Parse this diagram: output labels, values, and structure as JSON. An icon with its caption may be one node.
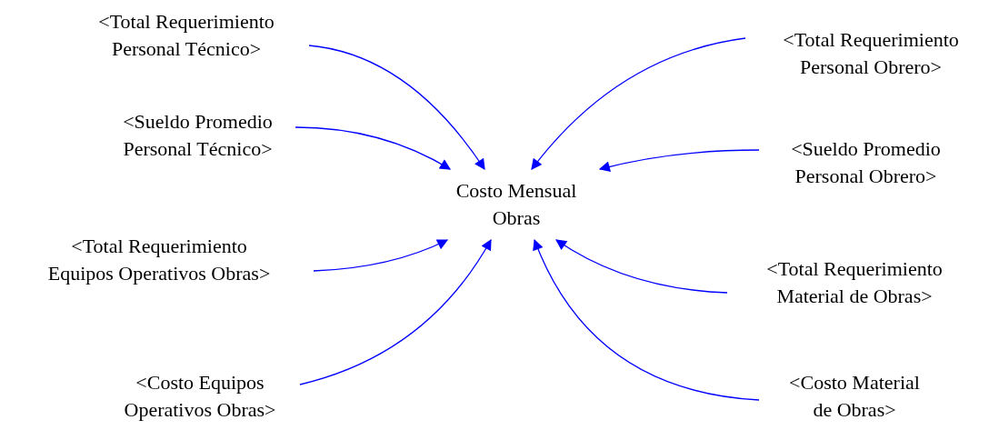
{
  "diagram": {
    "nodes": [
      {
        "text": [
          "<Total Requerimiento Personal Técnico>"
        ]
      },
      {
        "text": [
          "<Total Requerimiento Personal Obrero>"
        ]
      },
      {
        "text": [
          "<Sueldo Promedio Personal Técnico>"
        ]
      },
      {
        "text": [
          "<Sueldo Promedio Personal Obrero>"
        ]
      },
      {
        "text": [
          "Costo Mensual Obras"
        ]
      },
      {
        "text": [
          "<Total Requerimiento Equipos Operativos Obras>"
        ]
      },
      {
        "text": [
          "<Total Requerimiento Material de Obras>"
        ]
      },
      {
        "text": [
          "<Costo Equipos Operativos Obras>"
        ]
      },
      {
        "text": [
          "<Costo Material de Obras>"
        ]
      }
    ],
    "edges": [
      {
        "from": 0,
        "to": 4,
        "arrow": "to",
        "color": "#0000ff"
      },
      {
        "from": 1,
        "to": 4,
        "arrow": "to",
        "color": "#0000ff"
      },
      {
        "from": 2,
        "to": 4,
        "arrow": "to",
        "color": "#0000ff"
      },
      {
        "from": 3,
        "to": 4,
        "arrow": "to",
        "color": "#0000ff"
      },
      {
        "from": 5,
        "to": 4,
        "arrow": "to",
        "color": "#0000ff"
      },
      {
        "from": 6,
        "to": 4,
        "arrow": "to",
        "color": "#0000ff"
      },
      {
        "from": 7,
        "to": 4,
        "arrow": "to",
        "color": "#0000ff"
      },
      {
        "from": 8,
        "to": 4,
        "arrow": "to",
        "color": "#0000ff"
      }
    ]
  }
}
